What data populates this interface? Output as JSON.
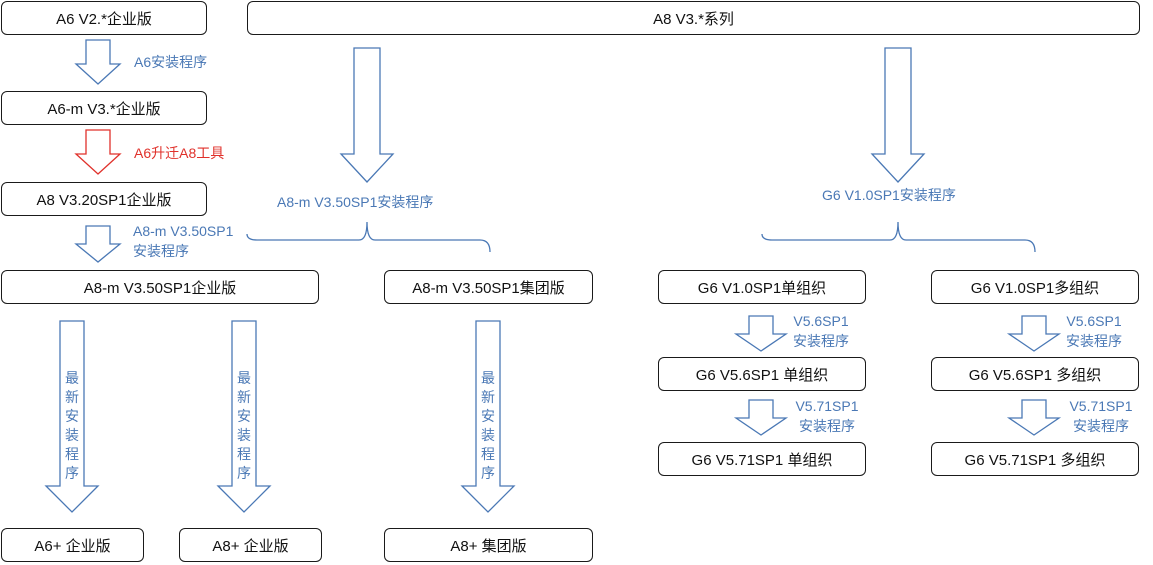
{
  "colors": {
    "arrow_blue": "#4a78b5",
    "arrow_red": "#e0312b",
    "box_border": "#1a1a1a"
  },
  "boxes": {
    "a6_v2": "A6 V2.*企业版",
    "a8_v3": "A8 V3.*系列",
    "a6m_v3": "A6-m V3.*企业版",
    "a8_v320": "A8 V3.20SP1企业版",
    "a8m_ent": "A8-m V3.50SP1企业版",
    "a8m_grp": "A8-m V3.50SP1集团版",
    "g6_single_10": "G6 V1.0SP1单组织",
    "g6_multi_10": "G6 V1.0SP1多组织",
    "g6_single_56": "G6 V5.6SP1 单组织",
    "g6_multi_56": "G6 V5.6SP1 多组织",
    "g6_single_571": "G6 V5.71SP1 单组织",
    "g6_multi_571": "G6 V5.71SP1 多组织",
    "a6plus_ent": "A6+ 企业版",
    "a8plus_ent": "A8+ 企业版",
    "a8plus_grp": "A8+ 集团版"
  },
  "labels": {
    "a6_install": "A6安装程序",
    "a6_upgrade": "A6升迁A8工具",
    "a8m_install_line1": "A8-m V3.50SP1",
    "a8m_install_line2": "安装程序",
    "a8m_install_full": "A8-m V3.50SP1安装程序",
    "g6_install": "G6 V1.0SP1安装程序",
    "v56_line1": "V5.6SP1",
    "v56_line2": "安装程序",
    "v571_line1": "V5.71SP1",
    "v571_line2": "安装程序",
    "latest_install": "最新安装程序"
  }
}
